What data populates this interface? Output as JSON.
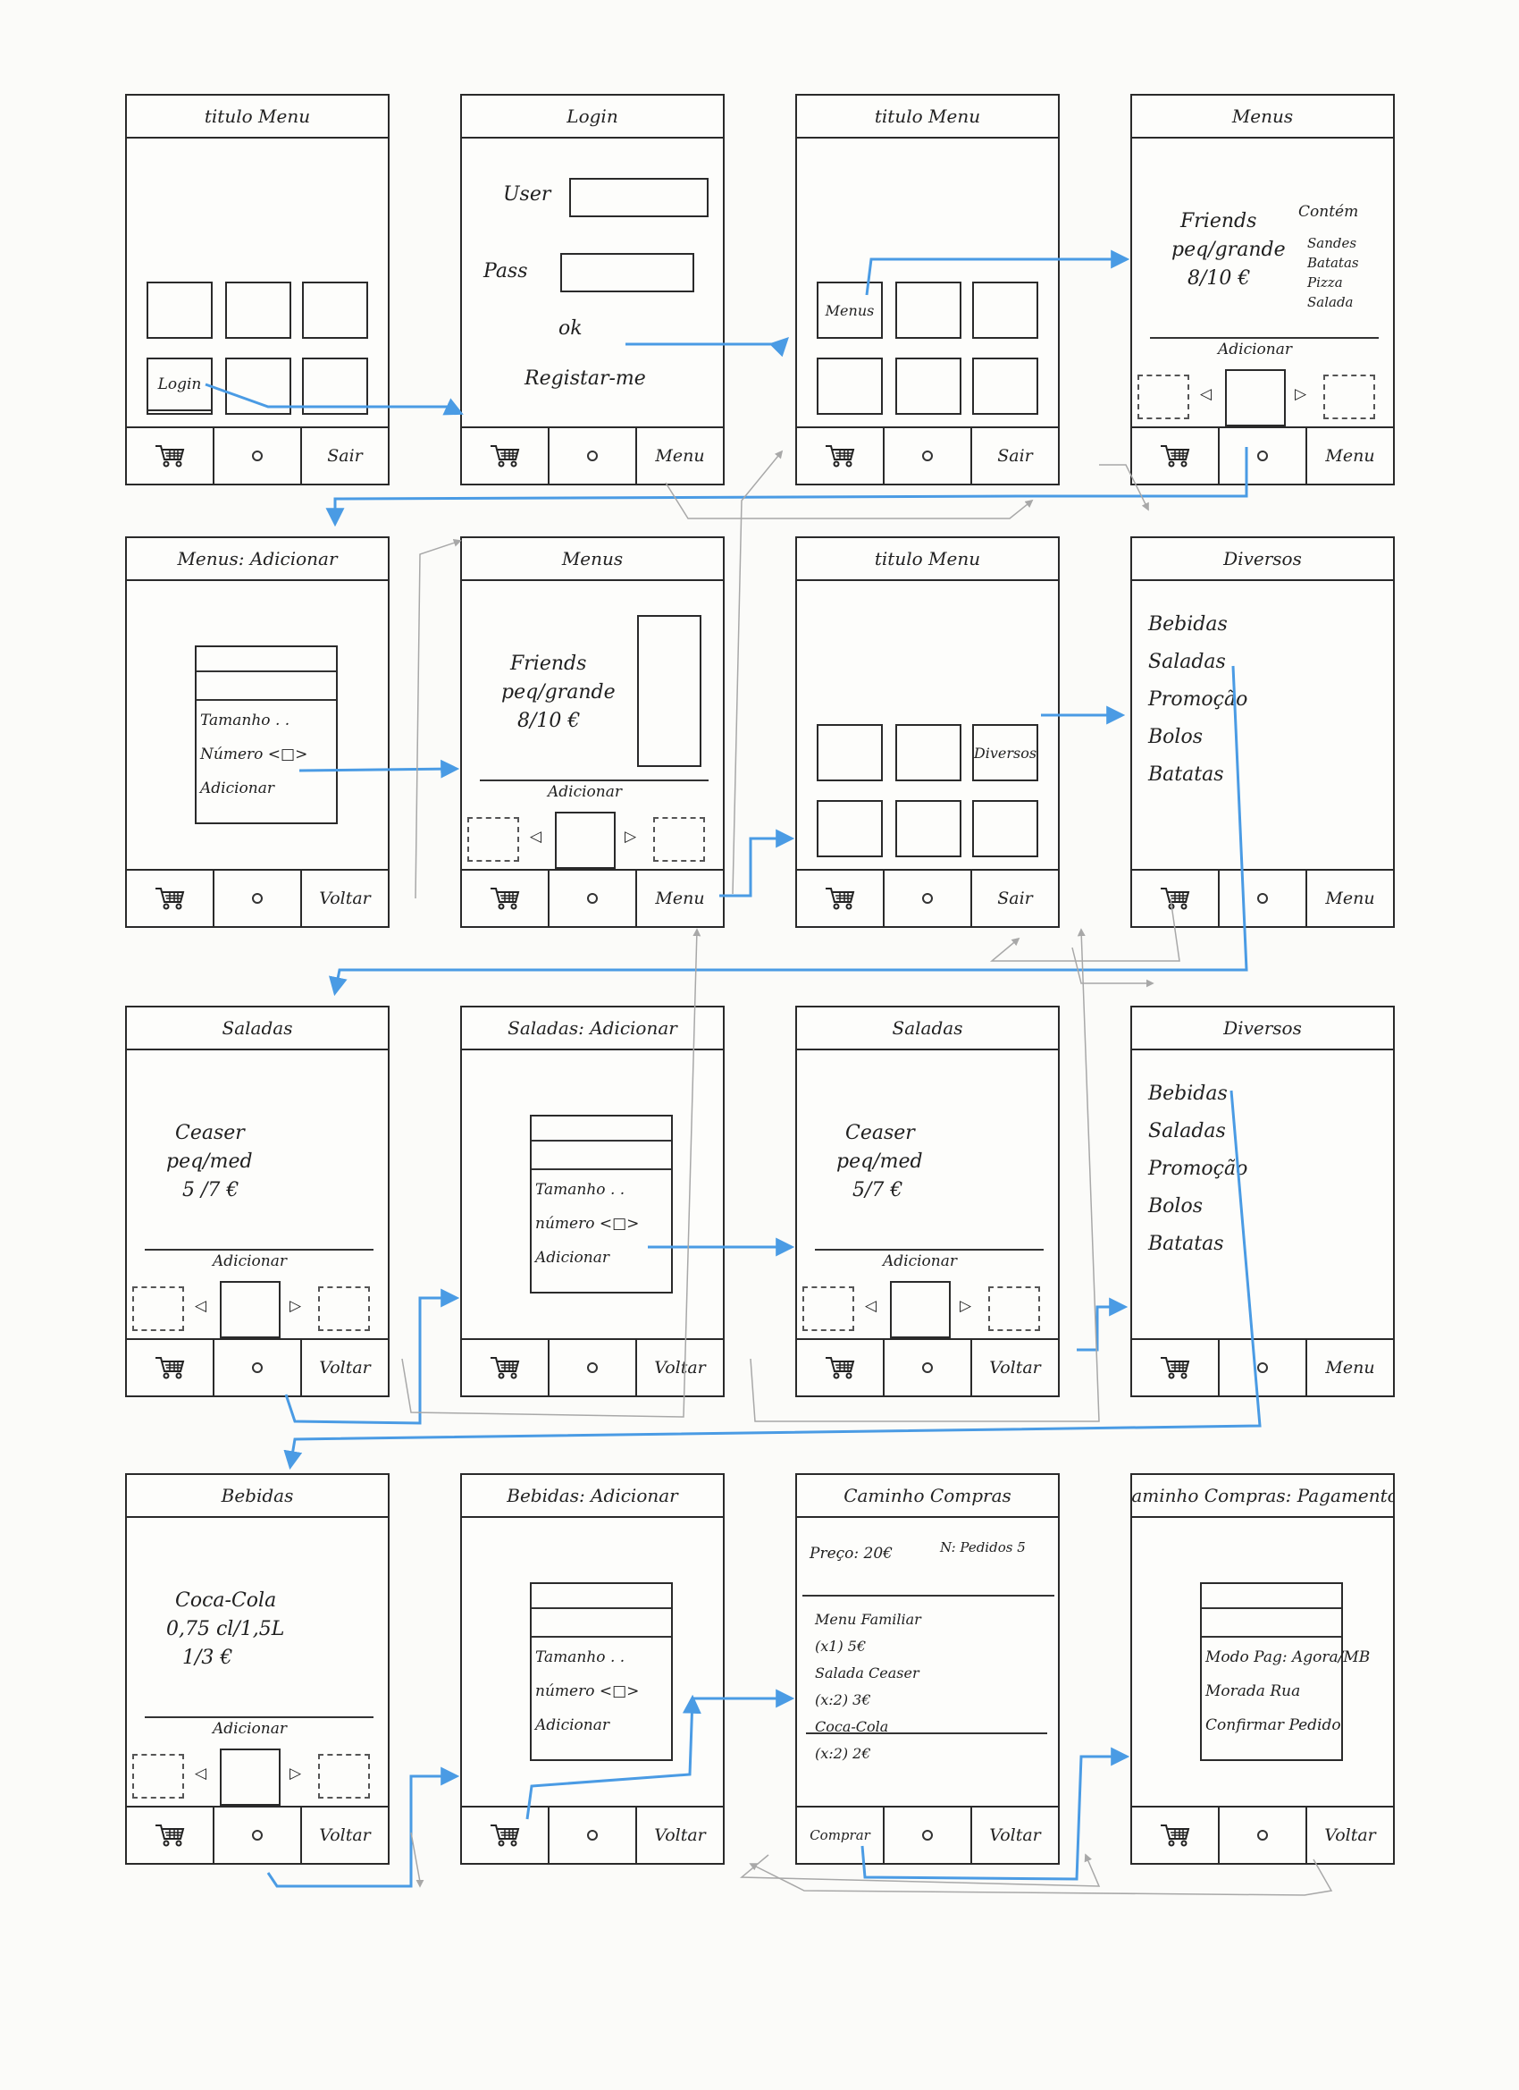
{
  "colors": {
    "ink": "#2a2a2a",
    "flow": "#4a9be4",
    "pencil": "#a8a8a8"
  },
  "icons": {
    "cart": "cart-icon",
    "home": "dot-icon"
  },
  "screens": [
    {
      "title": "titulo Menu",
      "footer": [
        "",
        "",
        "Sair"
      ]
    },
    {
      "title": "Login",
      "footer": [
        "",
        "",
        "Menu"
      ],
      "user_label": "User",
      "pass_label": "Pass",
      "ok_label": "ok",
      "register_label": "Registar-me"
    },
    {
      "title": "titulo Menu",
      "footer": [
        "",
        "",
        "Sair"
      ],
      "tile_label": "Menus"
    },
    {
      "title": "Menus",
      "footer": [
        "",
        "",
        "Menu"
      ],
      "item_name": "Friends",
      "item_size": "peq/grande",
      "item_price": "8/10 €",
      "content_label": "Contém",
      "content_items": [
        "Sandes",
        "Batatas",
        "Pizza",
        "Salada"
      ],
      "add_label": "Adicionar"
    },
    {
      "title": "Menus: Adicionar",
      "footer": [
        "",
        "",
        "Voltar"
      ],
      "popup_lines": [
        "Tamanho . .",
        "Número <□>",
        "Adicionar"
      ]
    },
    {
      "title": "Menus",
      "footer": [
        "",
        "",
        "Menu"
      ],
      "item_name": "Friends",
      "item_size": "peq/grande",
      "item_price": "8/10 €",
      "add_label": "Adicionar"
    },
    {
      "title": "titulo Menu",
      "footer": [
        "",
        "",
        "Sair"
      ],
      "tile_label": "Diversos"
    },
    {
      "title": "Diversos",
      "footer": [
        "",
        "",
        "Menu"
      ],
      "items": [
        "Bebidas",
        "Saladas",
        "Promoção",
        "Bolos",
        "Batatas"
      ]
    },
    {
      "title": "Saladas",
      "footer": [
        "",
        "",
        "Voltar"
      ],
      "item_name": "Ceaser",
      "item_size": "peq/med",
      "item_price": "5 /7 €",
      "add_label": "Adicionar"
    },
    {
      "title": "Saladas: Adicionar",
      "footer": [
        "",
        "",
        "Voltar"
      ],
      "popup_lines": [
        "Tamanho . .",
        "número <□>",
        "Adicionar"
      ]
    },
    {
      "title": "Saladas",
      "footer": [
        "",
        "",
        "Voltar"
      ],
      "item_name": "Ceaser",
      "item_size": "peq/med",
      "item_price": "5/7 €",
      "add_label": "Adicionar"
    },
    {
      "title": "Diversos",
      "footer": [
        "",
        "",
        "Menu"
      ],
      "items": [
        "Bebidas",
        "Saladas",
        "Promoção",
        "Bolos",
        "Batatas"
      ]
    },
    {
      "title": "Bebidas",
      "footer": [
        "",
        "",
        "Voltar"
      ],
      "item_name": "Coca-Cola",
      "item_size": "0,75 cl/1,5L",
      "item_price": "1/3 €",
      "add_label": "Adicionar"
    },
    {
      "title": "Bebidas: Adicionar",
      "footer": [
        "",
        "",
        "Voltar"
      ],
      "popup_lines": [
        "Tamanho . .",
        "número <□>",
        "Adicionar"
      ]
    },
    {
      "title": "Caminho Compras",
      "footer": [
        "Comprar",
        "",
        "Voltar"
      ],
      "price": "Preço: 20€",
      "orders": "N: Pedidos 5",
      "lines": [
        "Menu Familiar",
        "(x1) 5€",
        "Salada Ceaser",
        "(x:2) 3€",
        "Coca-Cola",
        "(x:2) 2€"
      ]
    },
    {
      "title": "Caminho Compras: Pagamentos",
      "footer": [
        "",
        "",
        "Voltar"
      ],
      "popup_lines": [
        "Modo Pag: Agora/MB",
        "Morada Rua",
        "Confirmar Pedido"
      ]
    }
  ]
}
